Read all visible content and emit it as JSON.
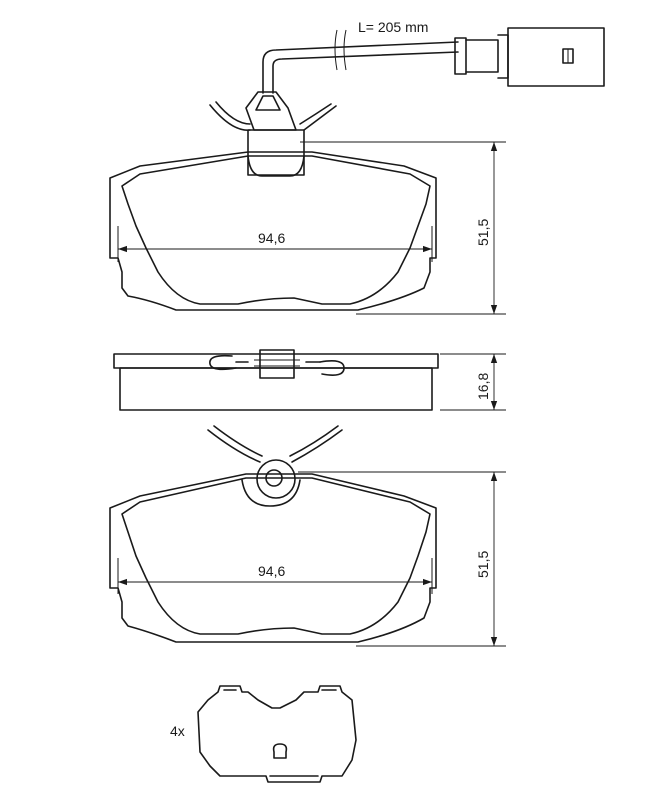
{
  "wire": {
    "length_label": "L= 205 mm"
  },
  "front_view": {
    "width_label": "94,6",
    "height_label": "51,5"
  },
  "side_view": {
    "thickness_label": "16,8"
  },
  "back_view": {
    "width_label": "94,6",
    "height_label": "51,5"
  },
  "clip": {
    "quantity_label": "4x"
  }
}
